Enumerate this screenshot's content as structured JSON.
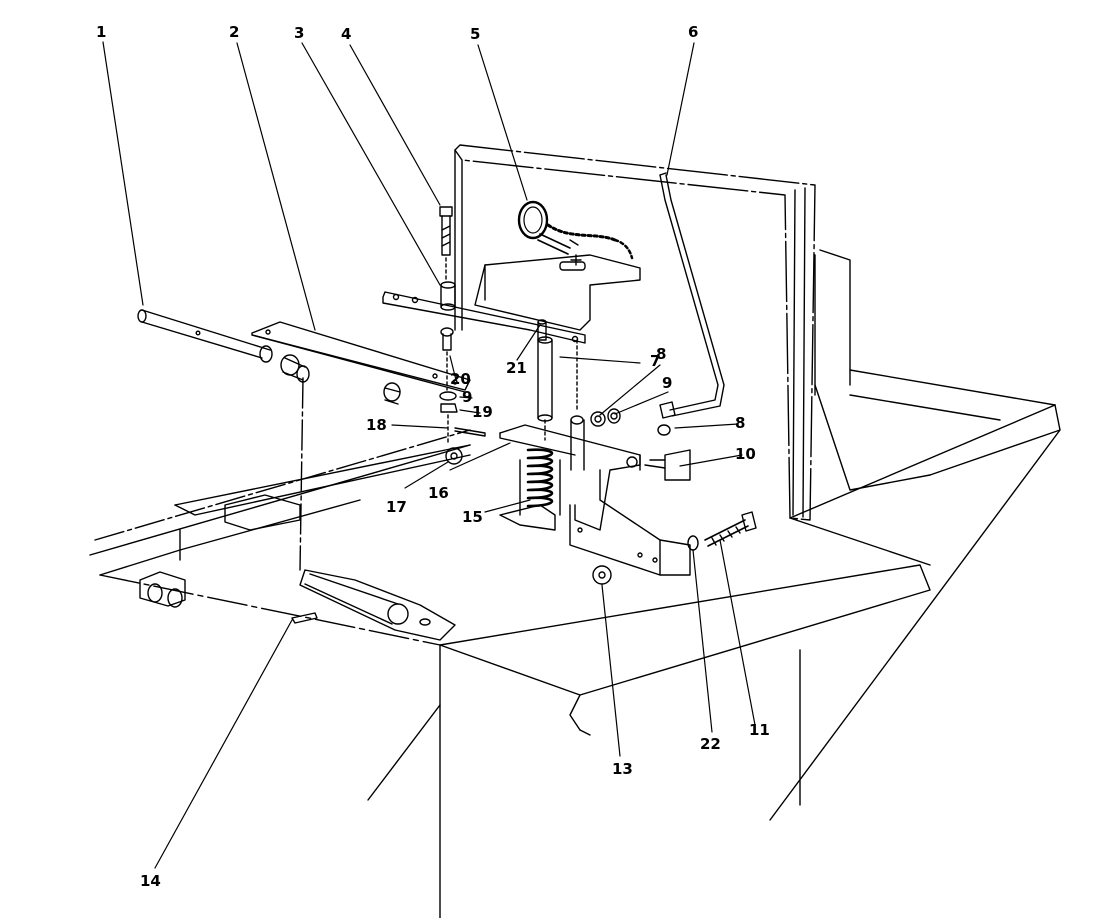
{
  "figure": {
    "part_labels": [
      {
        "id": "1",
        "text": "1"
      },
      {
        "id": "2",
        "text": "2"
      },
      {
        "id": "3",
        "text": "3"
      },
      {
        "id": "4",
        "text": "4"
      },
      {
        "id": "5",
        "text": "5"
      },
      {
        "id": "6",
        "text": "6"
      },
      {
        "id": "7",
        "text": "7"
      },
      {
        "id": "8a",
        "text": "8"
      },
      {
        "id": "8b",
        "text": "8"
      },
      {
        "id": "9a",
        "text": "9"
      },
      {
        "id": "9b",
        "text": "9"
      },
      {
        "id": "10",
        "text": "10"
      },
      {
        "id": "11",
        "text": "11"
      },
      {
        "id": "13",
        "text": "13"
      },
      {
        "id": "14",
        "text": "14"
      },
      {
        "id": "15",
        "text": "15"
      },
      {
        "id": "16",
        "text": "16"
      },
      {
        "id": "17",
        "text": "17"
      },
      {
        "id": "18",
        "text": "18"
      },
      {
        "id": "19",
        "text": "19"
      },
      {
        "id": "20",
        "text": "20"
      },
      {
        "id": "21",
        "text": "21"
      },
      {
        "id": "22",
        "text": "22"
      }
    ]
  }
}
